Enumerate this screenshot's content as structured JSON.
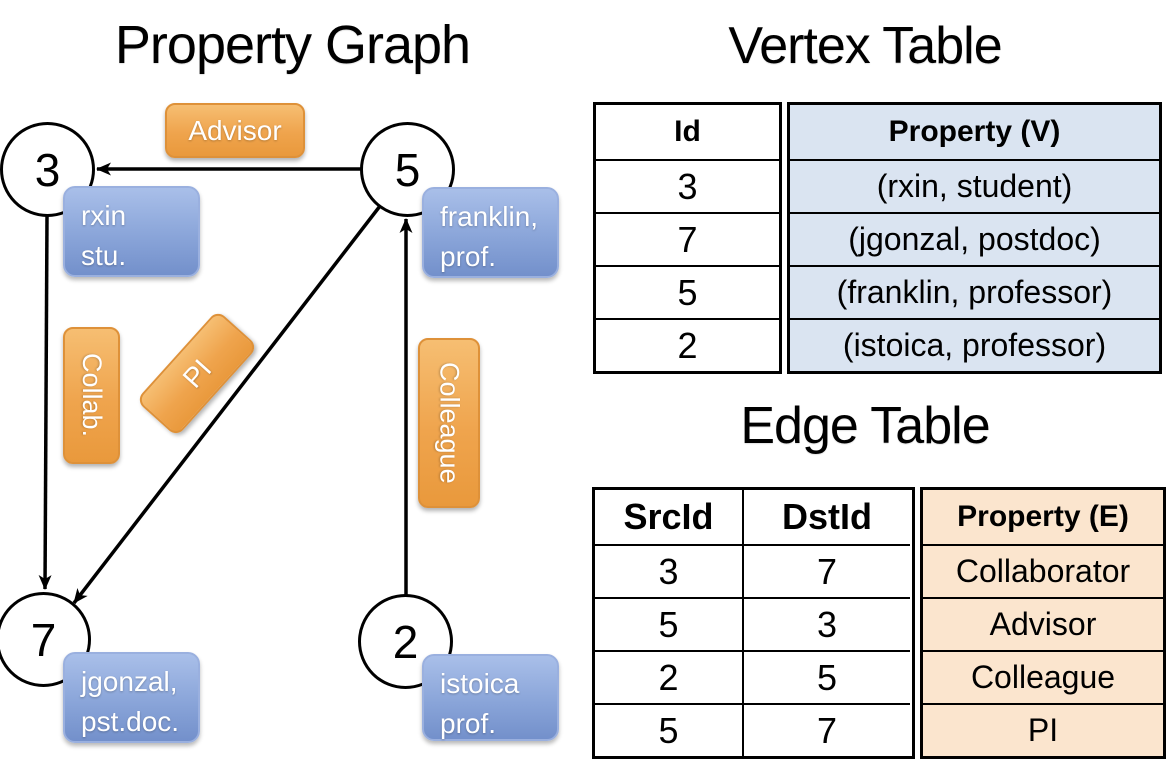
{
  "titles": {
    "graph": "Property Graph",
    "vertex_table": "Vertex Table",
    "edge_table": "Edge Table"
  },
  "graph": {
    "vertices": [
      {
        "id": "3",
        "label_line1": "rxin",
        "label_line2": "stu."
      },
      {
        "id": "5",
        "label_line1": "franklin,",
        "label_line2": "prof."
      },
      {
        "id": "7",
        "label_line1": "jgonzal,",
        "label_line2": "pst.doc."
      },
      {
        "id": "2",
        "label_line1": "istoica",
        "label_line2": "prof."
      }
    ],
    "edge_labels": {
      "advisor": "Advisor",
      "collab": "Collab.",
      "pi": "PI",
      "colleague": "Colleague"
    }
  },
  "vertex_table": {
    "headers": {
      "id": "Id",
      "property": "Property (V)"
    },
    "rows": [
      {
        "id": "3",
        "property": "(rxin, student)"
      },
      {
        "id": "7",
        "property": "(jgonzal, postdoc)"
      },
      {
        "id": "5",
        "property": "(franklin, professor)"
      },
      {
        "id": "2",
        "property": "(istoica, professor)"
      }
    ]
  },
  "edge_table": {
    "headers": {
      "src": "SrcId",
      "dst": "DstId",
      "property": "Property (E)"
    },
    "rows": [
      {
        "src": "3",
        "dst": "7",
        "property": "Collaborator"
      },
      {
        "src": "5",
        "dst": "3",
        "property": "Advisor"
      },
      {
        "src": "2",
        "dst": "5",
        "property": "Colleague"
      },
      {
        "src": "5",
        "dst": "7",
        "property": "PI"
      }
    ]
  },
  "colors": {
    "edge_label_orange": "#EFA44D",
    "vertex_label_blue": "#8AA5D9",
    "vertex_table_fill": "#DAE4F1",
    "edge_table_fill": "#FBE5CE"
  }
}
